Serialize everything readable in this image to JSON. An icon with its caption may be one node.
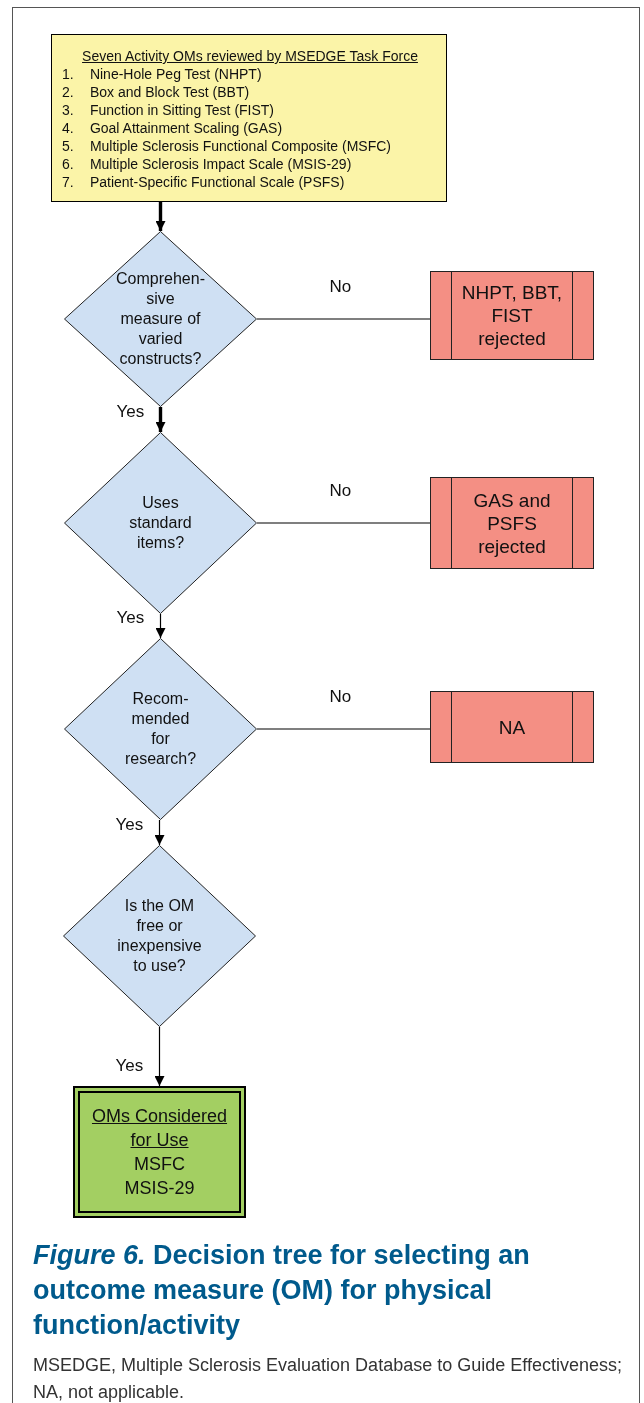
{
  "diagram": {
    "title": "*Figure 6.* Decision tree for selecting an outcome measure (OM) for physical function/activity",
    "caption": "MSEDGE, Multiple Sclerosis Evaluation Database to Guide Effectiveness; NA, not applicable.",
    "nodes": [
      {
        "text": [
          "Seven Activity OMs reviewed by MSEDGE Task Force",
          "1. Nine-Hole Peg Test (NHPT)",
          "2. Box and Block Test (BBT)",
          "3. Function in Sitting Test (FIST)",
          "4. Goal Attainment Scaling (GAS)",
          "5. Multiple Sclerosis Functional Composite (MSFC)",
          "6. Multiple Sclerosis Impact Scale (MSIS-29)",
          "7. Patient-Specific Functional Scale (PSFS)"
        ]
      },
      {
        "text": [
          "Comprehen- sive measure of varied constructs?"
        ]
      },
      {
        "text": [
          "NHPT, BBT, FIST rejected"
        ]
      },
      {
        "text": [
          "Uses standard items?"
        ]
      },
      {
        "text": [
          "GAS and PSFS rejected"
        ]
      },
      {
        "text": [
          "Recom- mended for research?"
        ]
      },
      {
        "text": [
          "NA"
        ]
      },
      {
        "text": [
          "Is the OM free or inexpensive to use?"
        ]
      },
      {
        "text": [
          "OMs Considered for Use",
          "MSFC",
          "MSIS-29"
        ]
      }
    ],
    "edges": [
      {
        "from": 0,
        "to": 1,
        "arrow": "to",
        "style": "thick"
      },
      {
        "from": 1,
        "to": 2,
        "arrow": "none",
        "label": "No"
      },
      {
        "from": 1,
        "to": 3,
        "arrow": "to",
        "label": "Yes",
        "style": "thick"
      },
      {
        "from": 3,
        "to": 4,
        "arrow": "none",
        "label": "No"
      },
      {
        "from": 3,
        "to": 5,
        "arrow": "to",
        "label": "Yes"
      },
      {
        "from": 5,
        "to": 6,
        "arrow": "none",
        "label": "No"
      },
      {
        "from": 5,
        "to": 7,
        "arrow": "to",
        "label": "Yes"
      },
      {
        "from": 7,
        "to": 8,
        "arrow": "to",
        "label": "Yes"
      }
    ]
  }
}
